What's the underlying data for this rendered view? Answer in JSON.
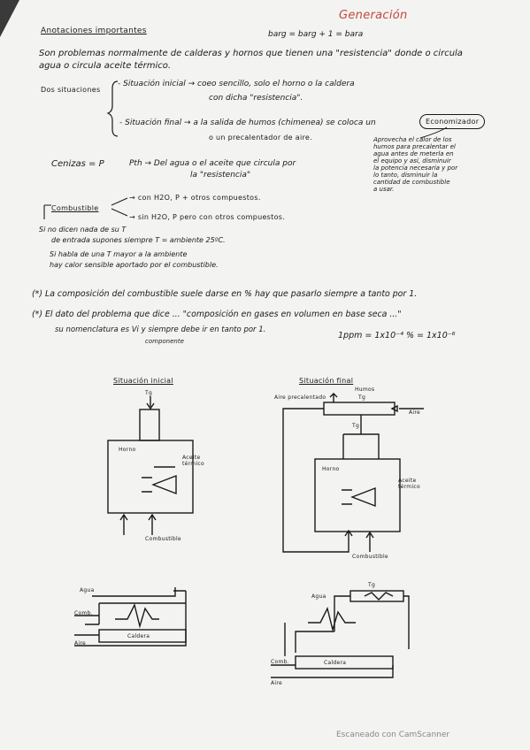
{
  "page": {
    "title": "Generación",
    "subtitle": "Anotaciones importantes",
    "formula": "barg = barg + 1 = bara",
    "intro": "Son problemas normalmente de calderas y hornos que tienen una \"resistencia\" donde o circula agua o circula aceite térmico.",
    "dos_situaciones": "Dos situaciones",
    "sit_inicial_1": "- Situación inicial → coeo sencillo, solo el horno o la caldera",
    "sit_inicial_2": "con dicha \"resistencia\".",
    "sit_final_1": "- Situación final → a la salida de humos (chimenea) se coloca un",
    "economizador": "Economizador",
    "sit_final_2": "o un precalentador de aire.",
    "note_lines": [
      "Aprovecha el calor de los",
      "humos para precalentar el",
      "agua antes de meterla en",
      "el equipo y así, disminuir",
      "la potencia necesaria y por",
      "lo tanto, disminuir la",
      "cantidad de combustible",
      "a usar."
    ],
    "cenizas": "Cenizas = P",
    "pth": "Pth → Del agua o el aceite que circula por",
    "pth_2": "la \"resistencia\"",
    "combustible": "Combustible",
    "comb_1": "→ con H2O, P + otros compuestos.",
    "comb_2": "→ sin H2O, P pero con otros compuestos.",
    "temp_1": "Si no dicen nada de su T",
    "temp_2": "de entrada supones siempre T = ambiente 25ºC.",
    "temp_3": "Si habla de una T mayor a la ambiente",
    "temp_4": "hay calor sensible aportado por el combustible.",
    "nota_1": "(*) La composición del combustible suele darse en % hay que pasarlo siempre a tanto por 1.",
    "nota_2": "(*) El dato del problema que dice ... \"composición en gases en volumen en base seca ...\"",
    "nota_3": "su nomenclatura es Vi y siempre debe ir en tanto por 1.",
    "nota_3b": "componente",
    "ppm": "1ppm = 1x10⁻⁴ % = 1x10⁻⁶",
    "diagram": {
      "sit_inicial": "Situación inicial",
      "sit_final": "Situación final",
      "tg": "Tg",
      "horno": "Horno",
      "aceite": "Aceite térmico",
      "combustible": "Combustible",
      "aire_precal": "Aire precalentado",
      "humos": "Humos",
      "aire": "Aire",
      "agua": "Agua",
      "comb": "Comb.",
      "caldera": "Caldera"
    },
    "footer": "Escaneado con CamScanner"
  }
}
